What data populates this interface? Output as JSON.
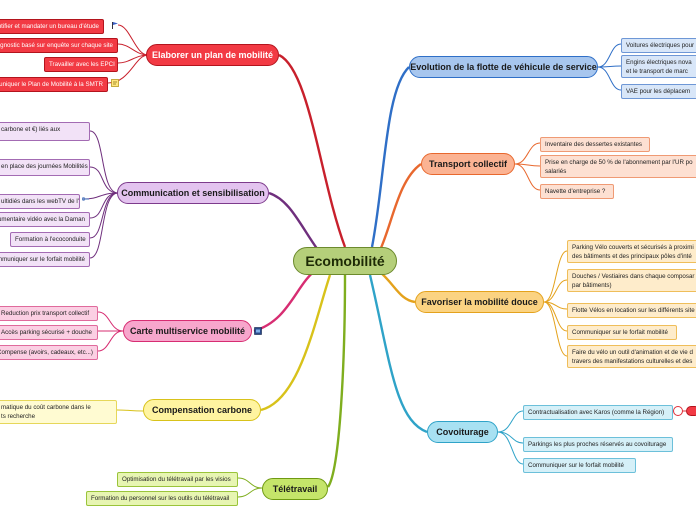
{
  "center": "Ecomobilité",
  "branches": {
    "plan": {
      "label": "Elaborer un plan de mobilité",
      "leaves": [
        "Identifier et mandater un bureau d'étude",
        "Diagnostic basé sur enquête sur chaque site",
        "Travailler avec les EPCI",
        "Communiquer le Plan de Mobilité à la SMTR"
      ]
    },
    "comm": {
      "label": "Communication et sensibilisation",
      "leaves": [
        "carbone et €) liés aux",
        "en place des journées Mobilités",
        "ultidiés dans les webTV de l'UR",
        "Documentaire vidéo avec la Daman",
        "Formation à l'ecoconduite",
        "Communiquer sur le forfait mobilité"
      ]
    },
    "carte": {
      "label": "Carte multiservice mobilité",
      "leaves": [
        "Reduction prix transport collectif",
        "Accès parking sécurisé + douche",
        "Compense (avoirs, cadeaux, etc...)"
      ]
    },
    "compens": {
      "label": "Compensation carbone",
      "leaves": [
        "matique du coût carbone dans le\nts recherche"
      ]
    },
    "tele": {
      "label": "Télétravail",
      "leaves": [
        "Optimisation du télétravail par les visios",
        "Formation du personnel sur les outils du télétravail"
      ]
    },
    "flotte": {
      "label": "Evolution de la flotte de véhicule de service",
      "leaves": [
        "Voitures électriques pour",
        "Engins électriques nova\net le transport de marc",
        "VAE pour les déplacem"
      ]
    },
    "tc": {
      "label": "Transport collectif",
      "leaves": [
        "Inventaire des dessertes existantes",
        "Prise en charge de 50 % de l'abonnement par l'UR po\nsalariés",
        "Navette d'entreprise ?"
      ]
    },
    "douce": {
      "label": "Favoriser la mobilité douce",
      "leaves": [
        "Parking Vélo couverts et sécurisés  à proximi\ndes bâtiments et des principaux pôles d'inté",
        "Douches / Vestiaires dans chaque composar\npar bâtiments)",
        "Flotte Vélos en location sur les différents site",
        "Communiquer sur le forfait mobilité",
        "Faire du vélo un outil d'animation et de vie d\ntravers des manifestations culturelles et des"
      ]
    },
    "covoit": {
      "label": "Covoiturage",
      "leaves": [
        "Contractualisation avec Karos (comme la Région)",
        "Parkings les plus proches réservés au covoiturage",
        "Communiquer sur le forfait mobilité"
      ]
    }
  },
  "colors": {
    "center": "#b5cf7a",
    "plan": "#e0252f",
    "comm": "#7d3b8c",
    "carte": "#e0307a",
    "compens": "#d4b800",
    "tele": "#7fae1e",
    "flotte": "#2f6fc7",
    "tc": "#e8682e",
    "douce": "#e4a21c",
    "covoit": "#2fa3c8"
  }
}
